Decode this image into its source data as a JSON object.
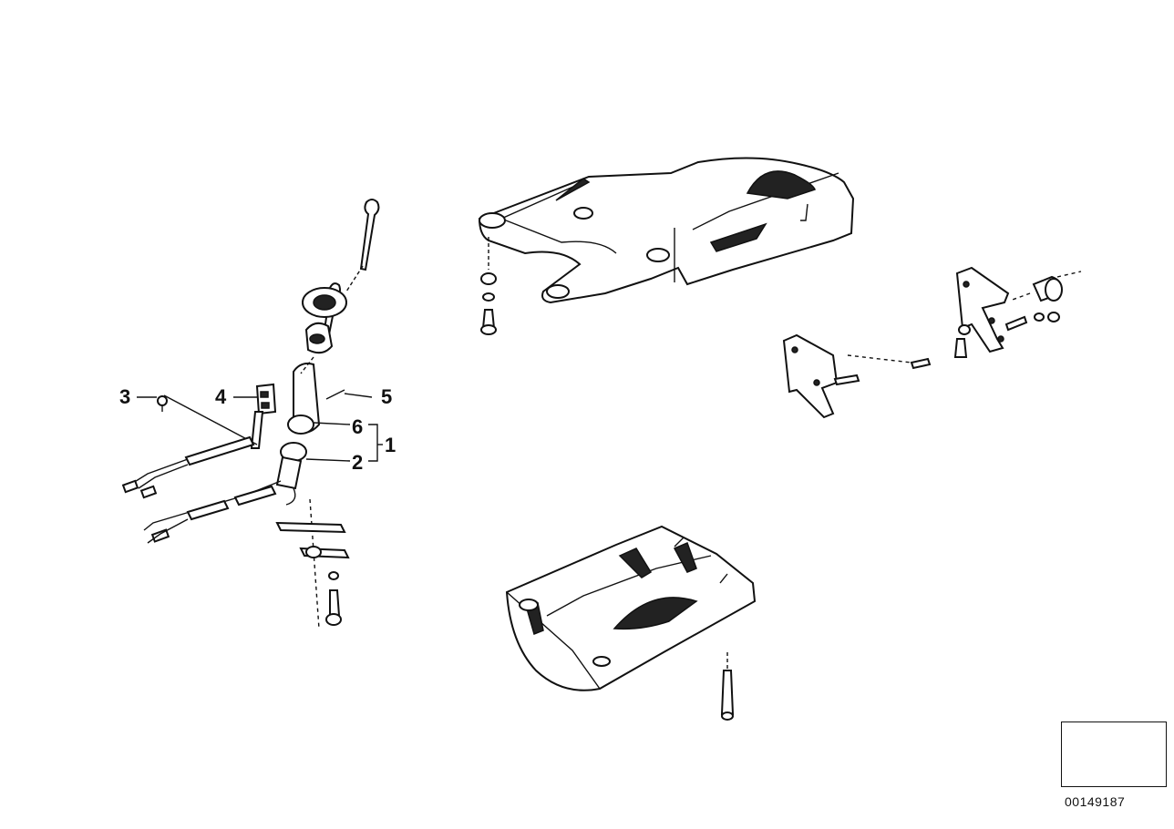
{
  "diagram": {
    "callouts": [
      {
        "id": "c3",
        "text": "3"
      },
      {
        "id": "c4",
        "text": "4"
      },
      {
        "id": "c5",
        "text": "5"
      },
      {
        "id": "c6",
        "text": "6"
      },
      {
        "id": "c1",
        "text": "1"
      },
      {
        "id": "c2",
        "text": "2"
      }
    ],
    "document_number": "00149187",
    "nav_icon": "arrow-left-icon"
  }
}
